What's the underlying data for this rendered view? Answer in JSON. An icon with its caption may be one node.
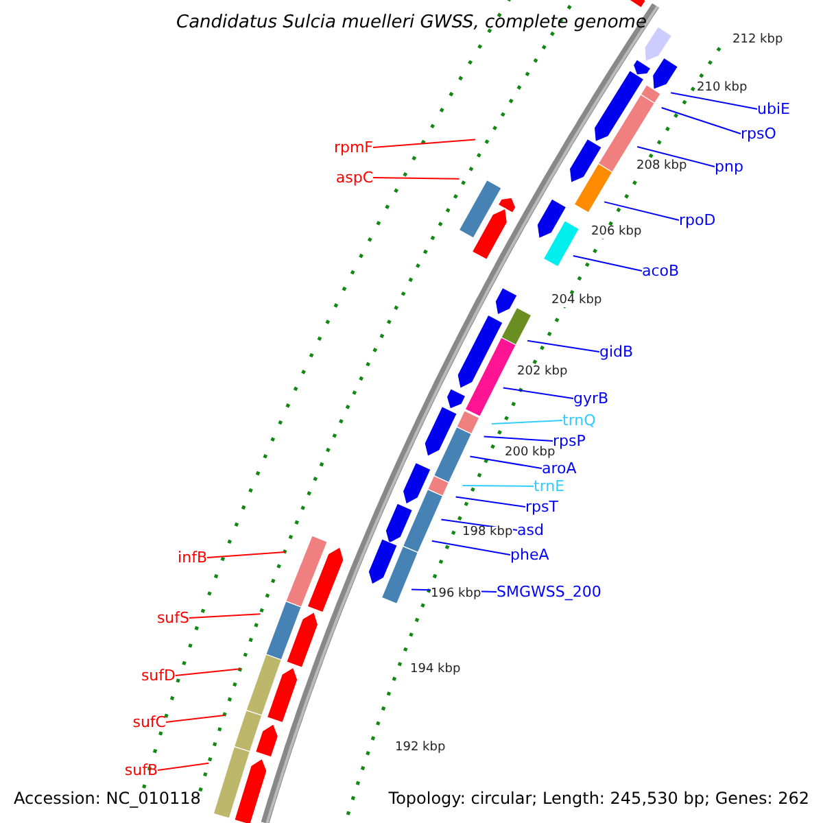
{
  "diagram": {
    "title": "Candidatus Sulcia muelleri GWSS, complete genome",
    "nodes": [
      {
        "text": [
          "ubiE"
        ]
      },
      {
        "text": [
          "rpsO"
        ]
      },
      {
        "text": [
          "rpmF"
        ]
      },
      {
        "text": [
          "pnp"
        ]
      },
      {
        "text": [
          "aspC"
        ]
      },
      {
        "text": [
          "rpoD"
        ]
      },
      {
        "text": [
          "acoB"
        ]
      },
      {
        "text": [
          "gidB"
        ]
      },
      {
        "text": [
          "gyrB"
        ]
      },
      {
        "text": [
          "trnQ"
        ]
      },
      {
        "text": [
          "rpsP"
        ]
      },
      {
        "text": [
          "aroA"
        ]
      },
      {
        "text": [
          "trnE"
        ]
      },
      {
        "text": [
          "rpsT"
        ]
      },
      {
        "text": [
          "asd"
        ]
      },
      {
        "text": [
          "pheA"
        ]
      },
      {
        "text": [
          "infB"
        ]
      },
      {
        "text": [
          "SMGWSS_200"
        ]
      },
      {
        "text": [
          "sufS"
        ]
      },
      {
        "text": [
          "sufD"
        ]
      },
      {
        "text": [
          "sufC"
        ]
      },
      {
        "text": [
          "sufB"
        ]
      }
    ],
    "edges": [
      {
        "from": 0,
        "to": null,
        "arrow": "none"
      },
      {
        "from": 1,
        "to": null,
        "arrow": "none"
      },
      {
        "from": 2,
        "to": null,
        "arrow": "none",
        "color": "#ff0000"
      },
      {
        "from": 3,
        "to": null,
        "arrow": "none"
      },
      {
        "from": 4,
        "to": null,
        "arrow": "none",
        "color": "#ff0000"
      },
      {
        "from": 5,
        "to": null,
        "arrow": "none"
      },
      {
        "from": 6,
        "to": null,
        "arrow": "none"
      },
      {
        "from": 7,
        "to": null,
        "arrow": "none"
      },
      {
        "from": 8,
        "to": null,
        "arrow": "none"
      },
      {
        "from": 9,
        "to": null,
        "arrow": "none",
        "color": "#33ccff"
      },
      {
        "from": 10,
        "to": null,
        "arrow": "none"
      },
      {
        "from": 11,
        "to": null,
        "arrow": "none"
      },
      {
        "from": 12,
        "to": null,
        "arrow": "none",
        "color": "#33ccff"
      },
      {
        "from": 13,
        "to": null,
        "arrow": "none"
      },
      {
        "from": 14,
        "to": null,
        "arrow": "none"
      },
      {
        "from": 15,
        "to": null,
        "arrow": "none"
      },
      {
        "from": 16,
        "to": null,
        "arrow": "none",
        "color": "#ff0000"
      },
      {
        "from": 17,
        "to": null,
        "arrow": "none"
      },
      {
        "from": 18,
        "to": null,
        "arrow": "none",
        "color": "#ff0000"
      },
      {
        "from": 19,
        "to": null,
        "arrow": "none",
        "color": "#ff0000"
      },
      {
        "from": 20,
        "to": null,
        "arrow": "none",
        "color": "#ff0000"
      },
      {
        "from": 21,
        "to": null,
        "arrow": "none",
        "color": "#ff0000"
      }
    ],
    "labels": [
      "212 kbp",
      "210 kbp",
      "208 kbp",
      "206 kbp",
      "204 kbp",
      "202 kbp",
      "200 kbp",
      "198 kbp",
      "196 kbp",
      "194 kbp",
      "192 kbp",
      "Accession: NC_010118",
      "Topology: circular; Length: 245,530 bp; Genes: 262"
    ]
  }
}
